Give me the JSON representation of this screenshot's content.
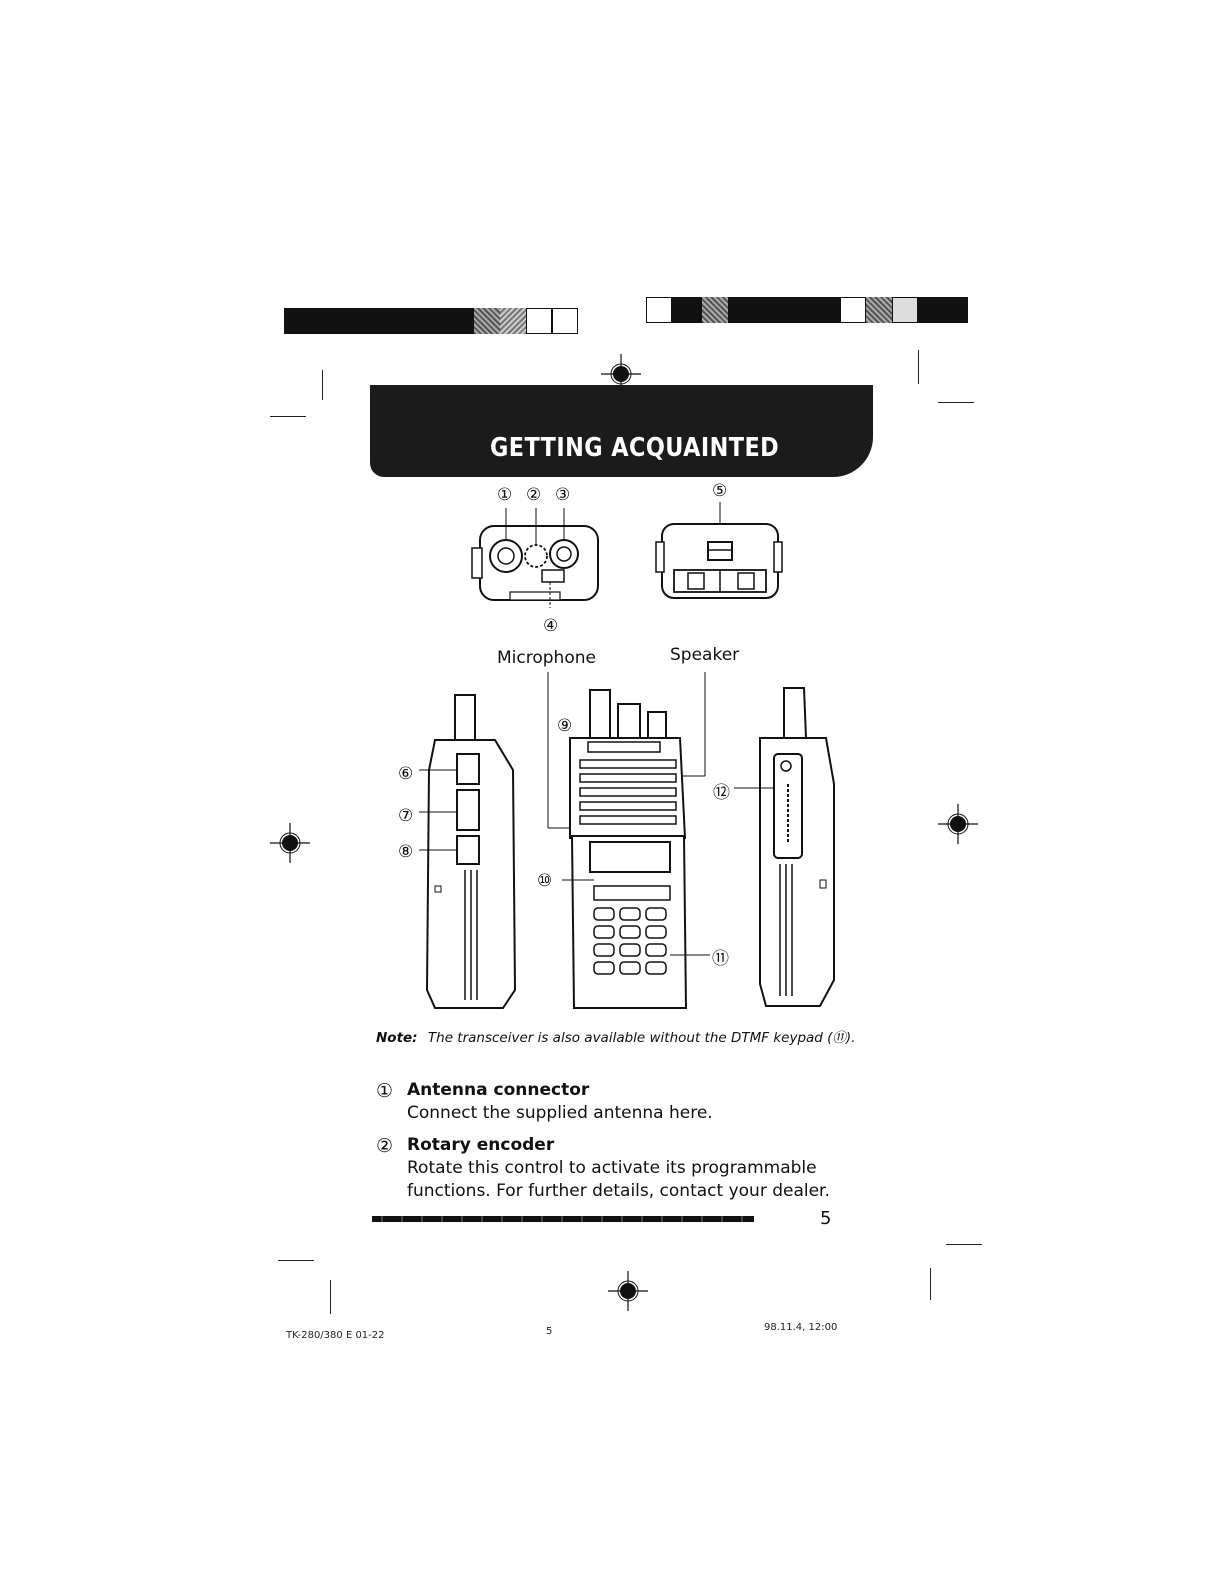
{
  "header": {
    "section_title": "GETTING ACQUAINTED"
  },
  "callouts": {
    "c1": "①",
    "c2": "②",
    "c3": "③",
    "c4": "④",
    "c5_top": "⑤",
    "c6": "⑥",
    "c7": "⑦",
    "c8": "⑧",
    "c9": "⑨",
    "c10": "⑩",
    "c11": "⑪",
    "c12": "⑫"
  },
  "labels": {
    "microphone": "Microphone",
    "speaker": "Speaker"
  },
  "note": {
    "lead": "Note:",
    "text": "The transceiver is also available without the DTMF keypad (⑪)."
  },
  "items": [
    {
      "num": "①",
      "title": "Antenna connector",
      "desc": [
        "Connect the supplied antenna here."
      ]
    },
    {
      "num": "②",
      "title": "Rotary encoder",
      "desc": [
        "Rotate this control to activate its programmable",
        "functions.  For further details, contact your dealer."
      ]
    }
  ],
  "page": {
    "number": "5"
  },
  "footer": {
    "doc_code": "TK-280/380 E 01-22",
    "page_small": "5",
    "timestamp": "98.11.4, 12:00"
  }
}
